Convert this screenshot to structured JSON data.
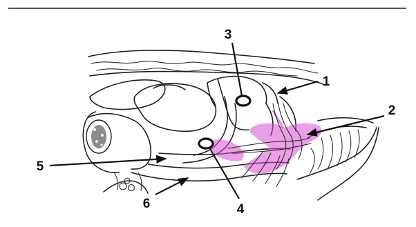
{
  "figure": {
    "callouts": [
      {
        "id": "1",
        "text": "1"
      },
      {
        "id": "2",
        "text": "2"
      },
      {
        "id": "3",
        "text": "3"
      },
      {
        "id": "4",
        "text": "4"
      },
      {
        "id": "5",
        "text": "5"
      },
      {
        "id": "6",
        "text": "6"
      }
    ],
    "colors": {
      "highlight": "#d84fd0",
      "line": "#1e1e1e",
      "background": "#ffffff",
      "top_rule": "#555555"
    }
  }
}
